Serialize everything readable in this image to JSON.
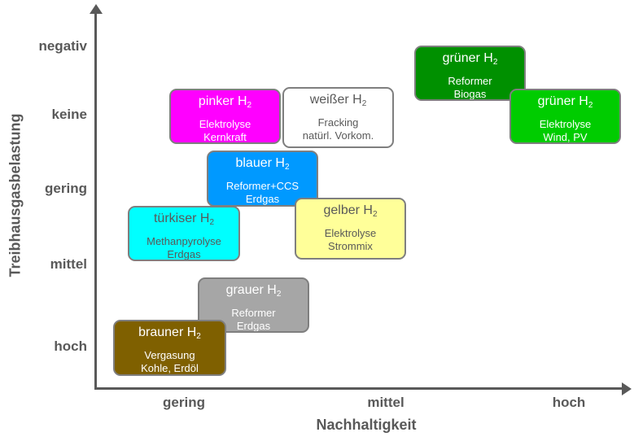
{
  "chart_data": {
    "type": "diagram",
    "title": "",
    "xlabel": "Nachhaltigkeit",
    "ylabel": "Treibhausgasbelastung",
    "x_ticks": [
      "gering",
      "mittel",
      "hoch"
    ],
    "y_ticks": [
      "hoch",
      "mittel",
      "gering",
      "keine",
      "negativ"
    ],
    "items": [
      {
        "name": "grüner",
        "suffix": "H",
        "sub": "2",
        "line1": "Reformer",
        "line2": "Biogas",
        "color": "#009000",
        "text_color": "#ffffff",
        "nachhaltigkeit": "hoch",
        "treibhausgas": "negativ"
      },
      {
        "name": "grüner",
        "suffix": "H",
        "sub": "2",
        "line1": "Elektrolyse",
        "line2": "Wind, PV",
        "color": "#00cc00",
        "text_color": "#ffffff",
        "nachhaltigkeit": "hoch",
        "treibhausgas": "keine"
      },
      {
        "name": "pinker",
        "suffix": "H",
        "sub": "2",
        "line1": "Elektrolyse",
        "line2": "Kernkraft",
        "color": "#ff00ff",
        "text_color": "#ffffff",
        "nachhaltigkeit": "gering-mittel",
        "treibhausgas": "keine"
      },
      {
        "name": "weißer",
        "suffix": "H",
        "sub": "2",
        "line1": "Fracking",
        "line2": "natürl. Vorkom.",
        "color": "#ffffff",
        "text_color": "#595959",
        "nachhaltigkeit": "mittel",
        "treibhausgas": "keine"
      },
      {
        "name": "blauer",
        "suffix": "H",
        "sub": "2",
        "line1": "Reformer+CCS",
        "line2": "Erdgas",
        "color": "#0099ff",
        "text_color": "#ffffff",
        "nachhaltigkeit": "gering-mittel",
        "treibhausgas": "gering"
      },
      {
        "name": "türkiser",
        "suffix": "H",
        "sub": "2",
        "line1": "Methanpyrolyse",
        "line2": "Erdgas",
        "color": "#00ffff",
        "text_color": "#595959",
        "nachhaltigkeit": "gering",
        "treibhausgas": "gering-mittel"
      },
      {
        "name": "gelber",
        "suffix": "H",
        "sub": "2",
        "line1": "Elektrolyse",
        "line2": "Strommix",
        "color": "#ffff99",
        "text_color": "#595959",
        "nachhaltigkeit": "mittel",
        "treibhausgas": "gering-mittel"
      },
      {
        "name": "grauer",
        "suffix": "H",
        "sub": "2",
        "line1": "Reformer",
        "line2": "Erdgas",
        "color": "#a6a6a6",
        "text_color": "#ffffff",
        "nachhaltigkeit": "gering",
        "treibhausgas": "hoch-mittel"
      },
      {
        "name": "brauner",
        "suffix": "H",
        "sub": "2",
        "line1": "Vergasung",
        "line2": "Kohle, Erdöl",
        "color": "#7f6000",
        "text_color": "#ffffff",
        "nachhaltigkeit": "gering",
        "treibhausgas": "hoch"
      }
    ]
  }
}
